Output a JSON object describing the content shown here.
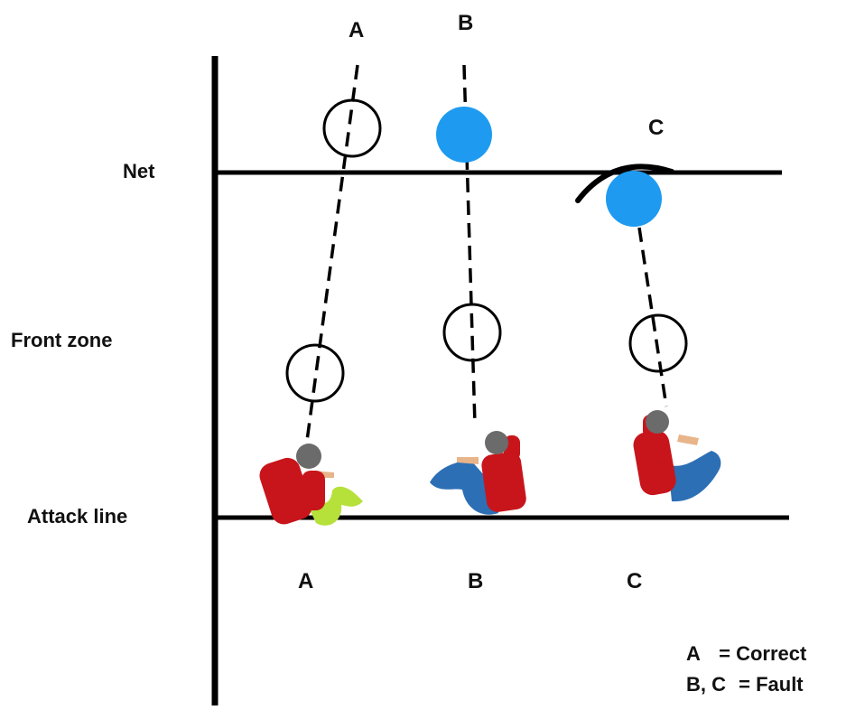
{
  "zone_labels": {
    "net": "Net",
    "front_zone": "Front zone",
    "attack_line": "Attack line"
  },
  "trajectory_labels": [
    "A",
    "B",
    "C"
  ],
  "player_labels": [
    "A",
    "B",
    "C"
  ],
  "legend": {
    "correct_key": "A",
    "correct_value": "= Correct",
    "fault_key": "B, C",
    "fault_value": "= Fault"
  },
  "colors": {
    "line": "#000000",
    "ball_fill": "#1e9bf0",
    "player_shirt": "#c8151b",
    "player_head": "#6b6b6b",
    "player_skin": "#e8b48a",
    "legs_a": "#b6e03a",
    "legs_bc": "#2d6fb5"
  },
  "icons": [
    "ball-outline-icon",
    "ball-filled-icon",
    "player-icon"
  ]
}
